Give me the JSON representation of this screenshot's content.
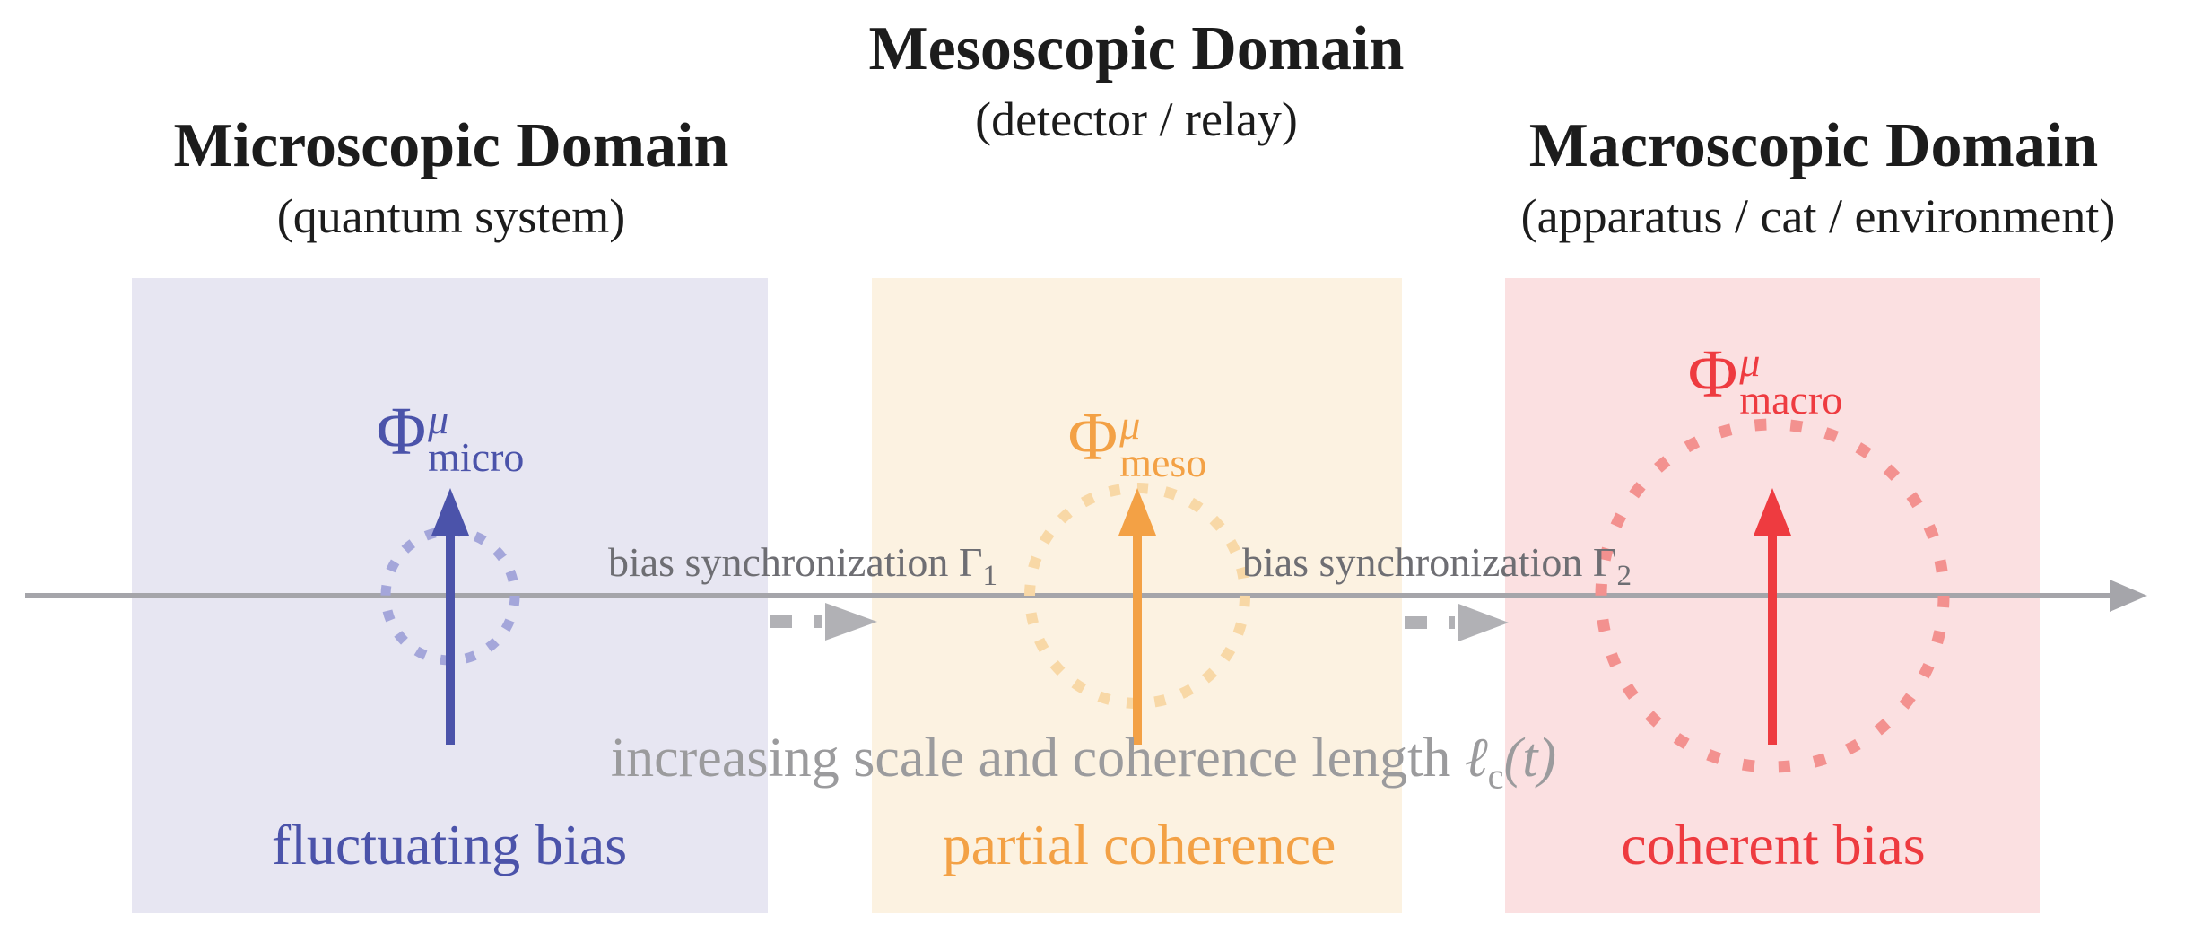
{
  "headers": {
    "micro": {
      "title": "Microscopic Domain",
      "subtitle": "(quantum system)"
    },
    "meso": {
      "title": "Mesoscopic Domain",
      "subtitle": "(detector / relay)"
    },
    "macro": {
      "title": "Macroscopic Domain",
      "subtitle": "(apparatus / cat / environment)"
    }
  },
  "panels": {
    "micro": {
      "phi": "Φ",
      "sup": "μ",
      "sub": "micro",
      "caption": "fluctuating bias",
      "accent": "#4b53aa",
      "dots": "#a4a6da",
      "bg": "#e7e6f2"
    },
    "meso": {
      "phi": "Φ",
      "sup": "μ",
      "sub": "meso",
      "caption": "partial coherence",
      "accent": "#f3a145",
      "dots": "#f8d8a6",
      "bg": "#fcf2e1"
    },
    "macro": {
      "phi": "Φ",
      "sup": "μ",
      "sub": "macro",
      "caption": "coherent bias",
      "accent": "#ee3b40",
      "dots": "#f3918f",
      "bg": "#fbe0e1"
    }
  },
  "connectors": {
    "gamma1": {
      "label": "bias synchronization",
      "symbol": "Γ",
      "sub": "1"
    },
    "gamma2": {
      "label": "bias synchronization",
      "symbol": "Γ",
      "sub": "2"
    },
    "color": "#b1b1b5",
    "label_color": "#6e6e73"
  },
  "axis": {
    "color": "#a5a5aa"
  },
  "scale_label": {
    "text": "increasing scale and coherence length",
    "ell": "ℓ",
    "ell_sub": "c",
    "arg": "(t)",
    "color": "#9b9b9d"
  }
}
